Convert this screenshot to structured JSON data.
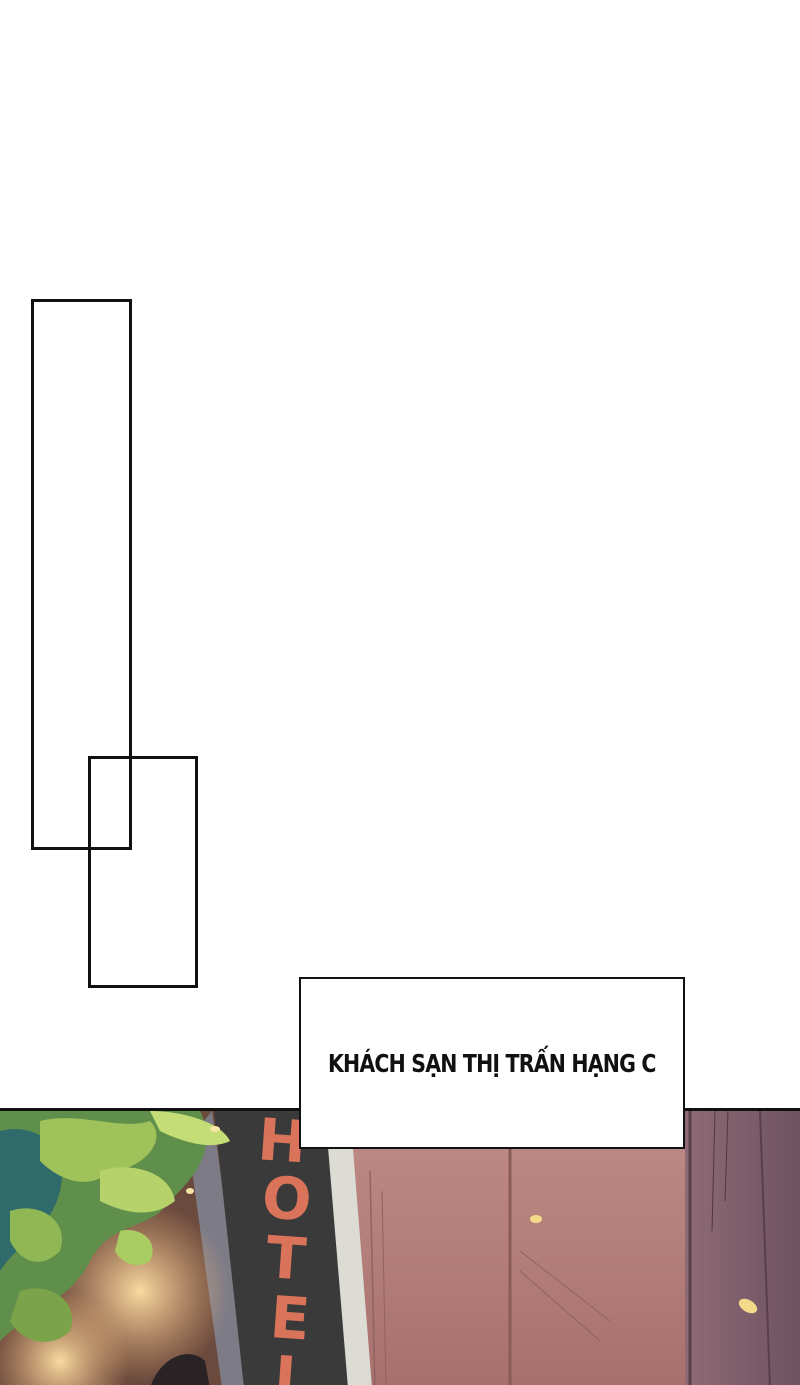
{
  "caption": {
    "text": "KHÁCH SẠN THỊ TRẤN HẠNG C"
  },
  "sign": {
    "letters": [
      "H",
      "O",
      "T",
      "E",
      "L"
    ]
  },
  "colors": {
    "ink": "#111111",
    "wall": "#b98682",
    "sign_board": "#3a3a3a",
    "sign_letters": "#d9745a",
    "foliage": "#9fc25a",
    "glow": "#f2b77a"
  }
}
